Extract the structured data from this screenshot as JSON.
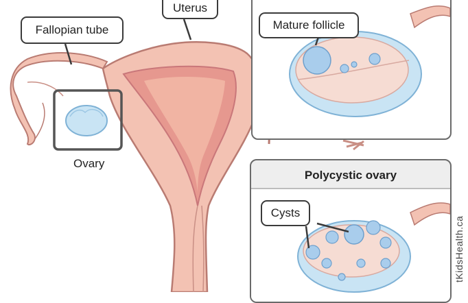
{
  "labels": {
    "uterus": "Uterus",
    "fallopian_tube": "Fallopian tube",
    "ovary": "Ovary",
    "mature_follicle": "Mature follicle",
    "polycystic_ovary_title": "Polycystic ovary",
    "cysts": "Cysts"
  },
  "credit": "tKidsHealth.ca",
  "colors": {
    "tissue": "#f3c2b3",
    "tissue_dark": "#d98f86",
    "ovary_blue": "#c9e4f4",
    "follicle_blue": "#a9cdec",
    "outline": "#3a3a3a",
    "panel_bg": "#eeeeee"
  }
}
